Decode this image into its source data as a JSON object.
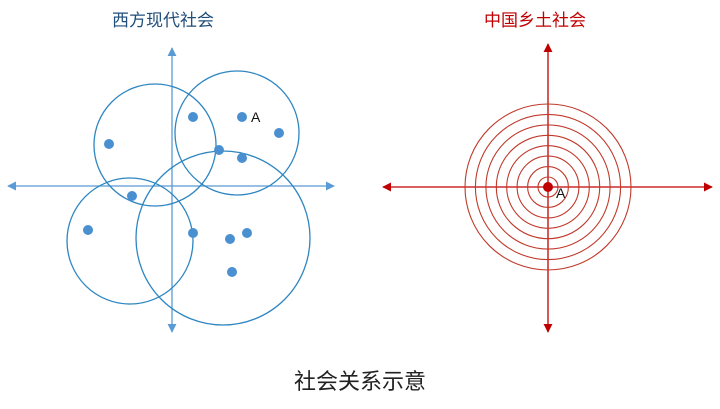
{
  "left": {
    "title": "西方现代社会",
    "point_label": "A",
    "colors": {
      "circle": "#2e86c1",
      "axis": "#5b9bd5",
      "point": "#4a90d0",
      "title": "#1f4e79"
    }
  },
  "right": {
    "title": "中国乡土社会",
    "point_label": "A",
    "ring_count": 8,
    "colors": {
      "ring": "#c0392b",
      "axis": "#c00000",
      "point": "#c00000",
      "title": "#c00000"
    }
  },
  "caption": "社会关系示意"
}
